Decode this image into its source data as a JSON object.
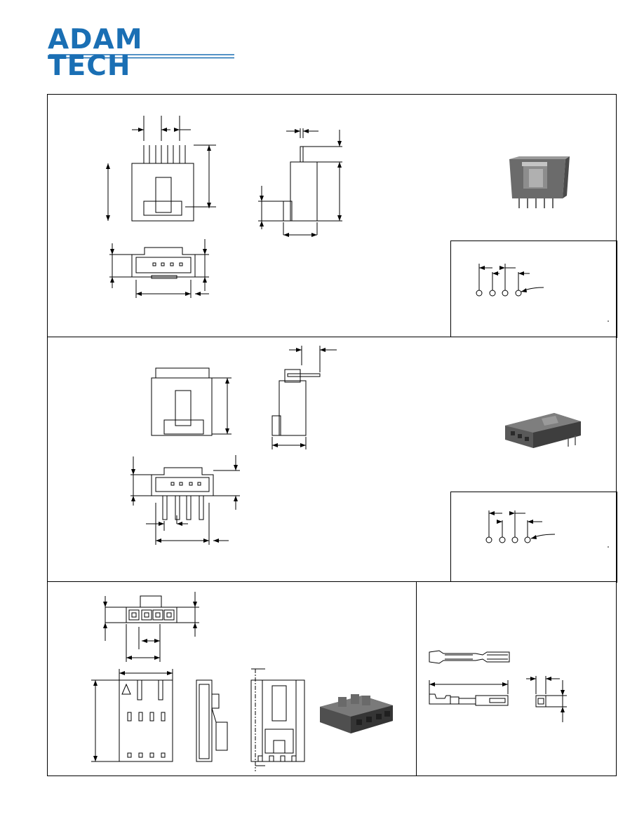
{
  "brand": {
    "name": "ADAM TECH",
    "color": "#1a6fb4",
    "rule_color": "#1a6fb4"
  },
  "sections": [
    {
      "id": "vertical-header",
      "photo": "vertical-header-photo",
      "layout": "pcb-layout-1"
    },
    {
      "id": "right-angle-header",
      "photo": "right-angle-header-photo",
      "layout": "pcb-layout-2"
    },
    {
      "id": "housing",
      "photo": "housing-photo"
    },
    {
      "id": "crimp-terminal"
    }
  ],
  "colors": {
    "line": "#000000",
    "housing_body": "#5a5a5a",
    "housing_dark": "#3a3a3a",
    "housing_light": "#8a8a8a"
  }
}
